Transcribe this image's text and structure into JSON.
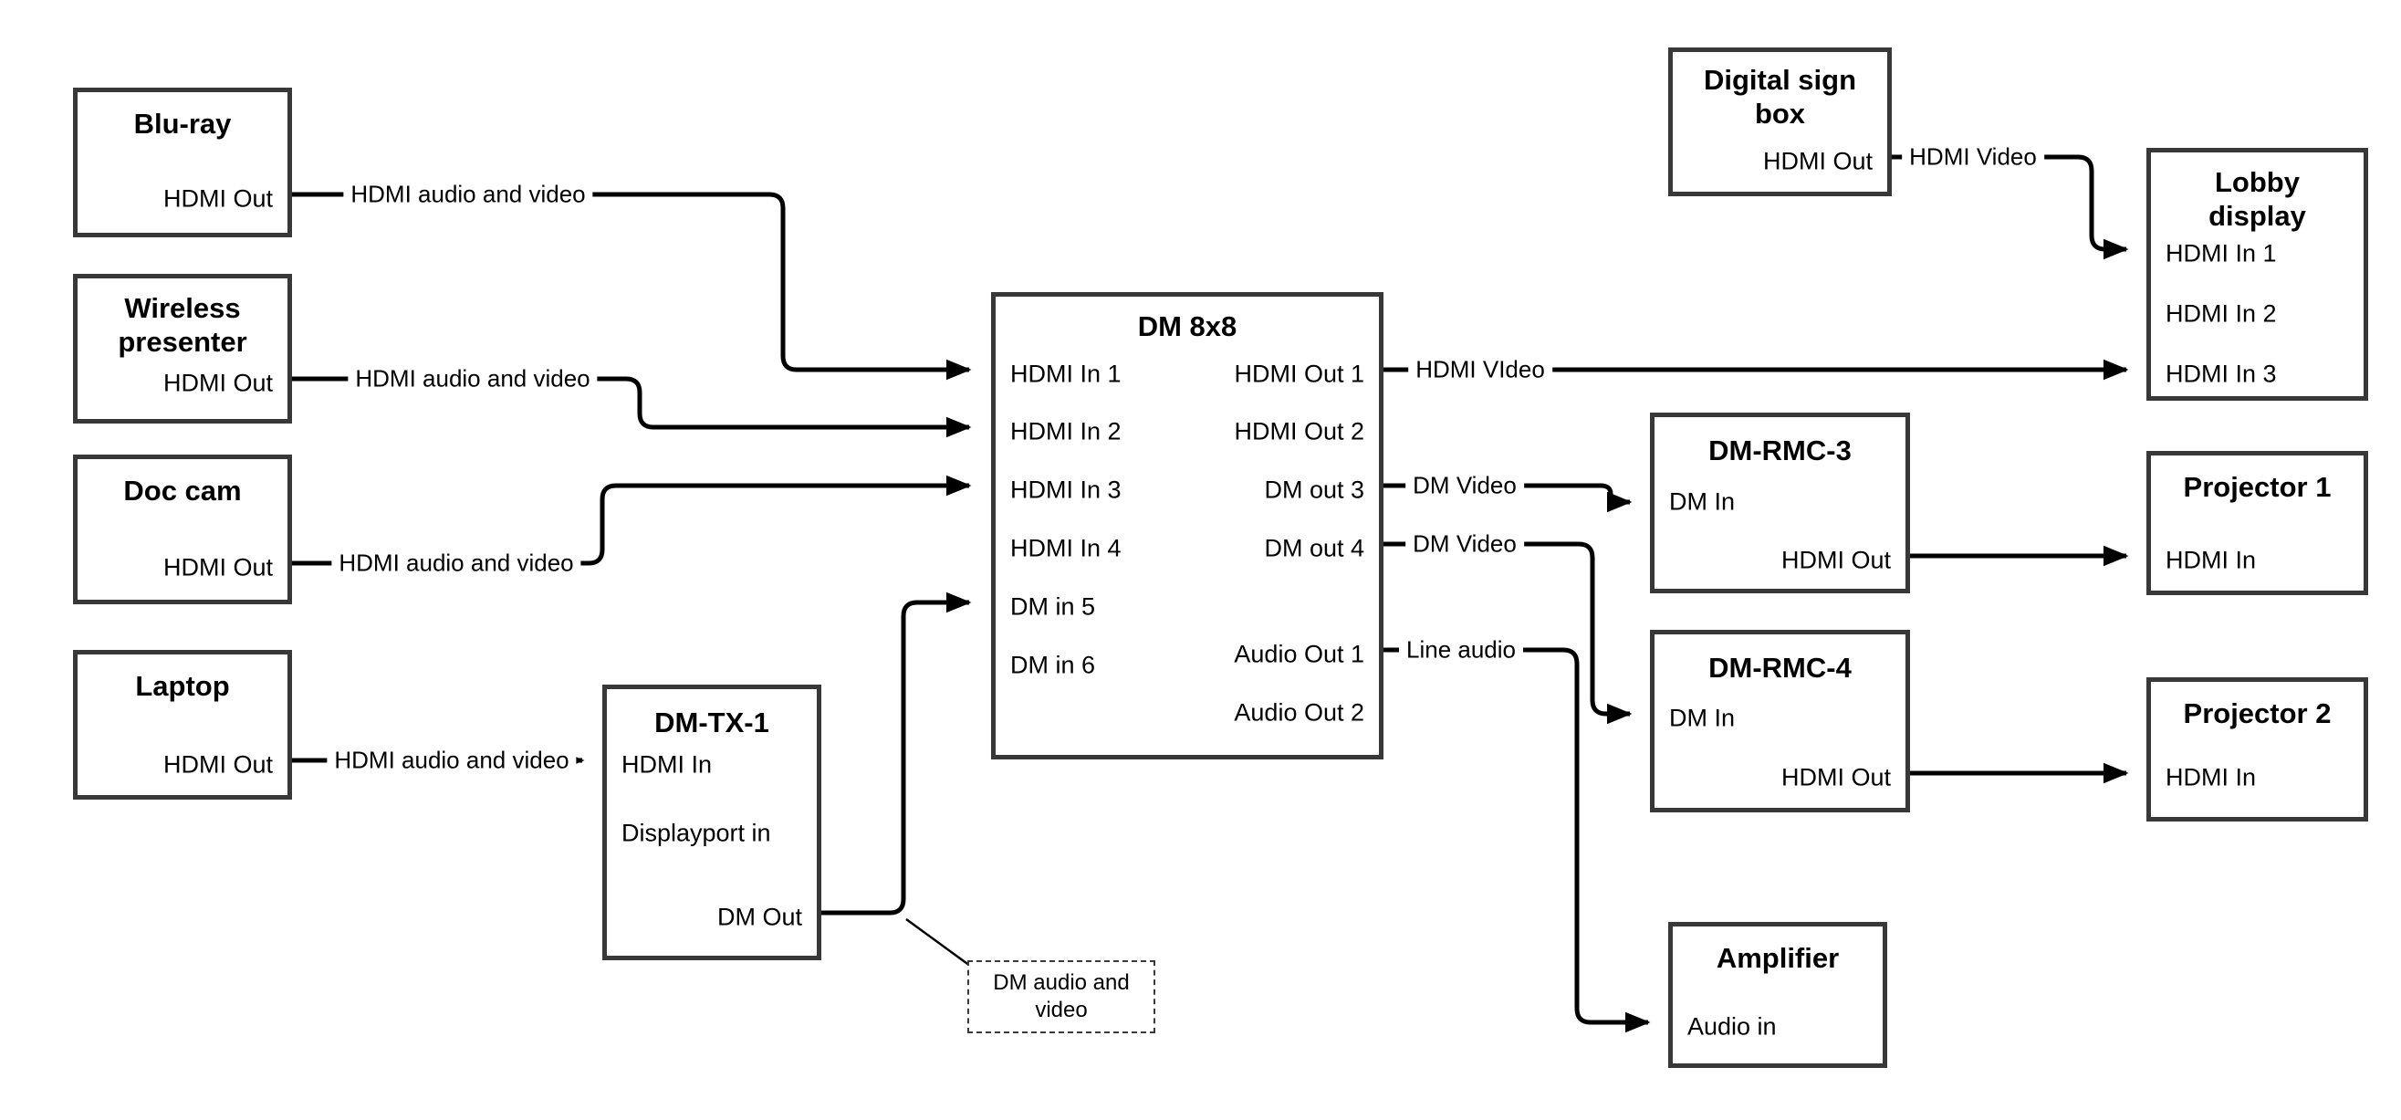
{
  "canvas": {
    "background": "#ffffff",
    "wire_color": "#000000",
    "box_border_color": "#383838"
  },
  "nodes": {
    "bluray": {
      "title": "Blu-ray",
      "ports": [
        "HDMI Out"
      ]
    },
    "wireless": {
      "title": "Wireless presenter",
      "ports": [
        "HDMI Out"
      ]
    },
    "doccam": {
      "title": "Doc cam",
      "ports": [
        "HDMI Out"
      ]
    },
    "laptop": {
      "title": "Laptop",
      "ports": [
        "HDMI Out"
      ]
    },
    "dmtx1": {
      "title": "DM-TX-1",
      "ports": [
        "HDMI In",
        "Displayport in",
        "DM Out"
      ]
    },
    "dm8x8": {
      "title": "DM 8x8",
      "inputs": [
        "HDMI In 1",
        "HDMI In 2",
        "HDMI In 3",
        "HDMI In 4",
        "DM in 5",
        "DM in 6"
      ],
      "outputs": [
        "HDMI Out 1",
        "HDMI Out 2",
        "DM out 3",
        "DM out 4",
        "Audio Out 1",
        "Audio Out 2"
      ]
    },
    "digisign": {
      "title": "Digital sign box",
      "ports": [
        "HDMI Out"
      ]
    },
    "lobby": {
      "title": "Lobby display",
      "ports": [
        "HDMI In 1",
        "HDMI In 2",
        "HDMI In 3"
      ]
    },
    "dmrmc3": {
      "title": "DM-RMC-3",
      "ports": [
        "DM In",
        "HDMI Out"
      ]
    },
    "proj1": {
      "title": "Projector 1",
      "ports": [
        "HDMI In"
      ]
    },
    "dmrmc4": {
      "title": "DM-RMC-4",
      "ports": [
        "DM In",
        "HDMI Out"
      ]
    },
    "proj2": {
      "title": "Projector 2",
      "ports": [
        "HDMI In"
      ]
    },
    "amp": {
      "title": "Amplifier",
      "ports": [
        "Audio in"
      ]
    }
  },
  "edge_labels": {
    "bluray_dm": "HDMI audio and video",
    "wireless_dm": "HDMI audio and video",
    "doccam_dm": "HDMI audio and video",
    "laptop_tx": "HDMI audio and video",
    "out1_lobby": "HDMI VIdeo",
    "out3_rmc3": "DM Video",
    "out4_rmc4": "DM Video",
    "audio1_amp": "Line audio",
    "digisign_lobby": "HDMI Video"
  },
  "note": {
    "text": "DM audio and video"
  }
}
